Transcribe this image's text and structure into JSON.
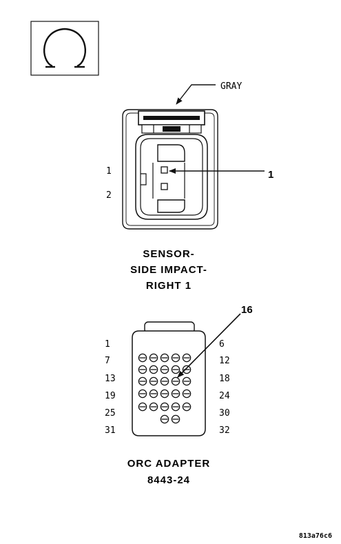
{
  "symbol": {
    "icon": "ohm-symbol-icon"
  },
  "sensor_connector": {
    "wire_color_label": "GRAY",
    "pin_labels": [
      "1",
      "2"
    ],
    "callout": "1",
    "title_lines": [
      "SENSOR-",
      "SIDE IMPACT-",
      "RIGHT 1"
    ]
  },
  "orc_adapter": {
    "callout": "16",
    "row_start_labels": [
      "1",
      "7",
      "13",
      "19",
      "25",
      "31"
    ],
    "row_end_labels": [
      "6",
      "12",
      "18",
      "24",
      "30",
      "32"
    ],
    "title_lines": [
      "ORC ADAPTER",
      "8443-24"
    ]
  },
  "figure_id": "813a76c6"
}
